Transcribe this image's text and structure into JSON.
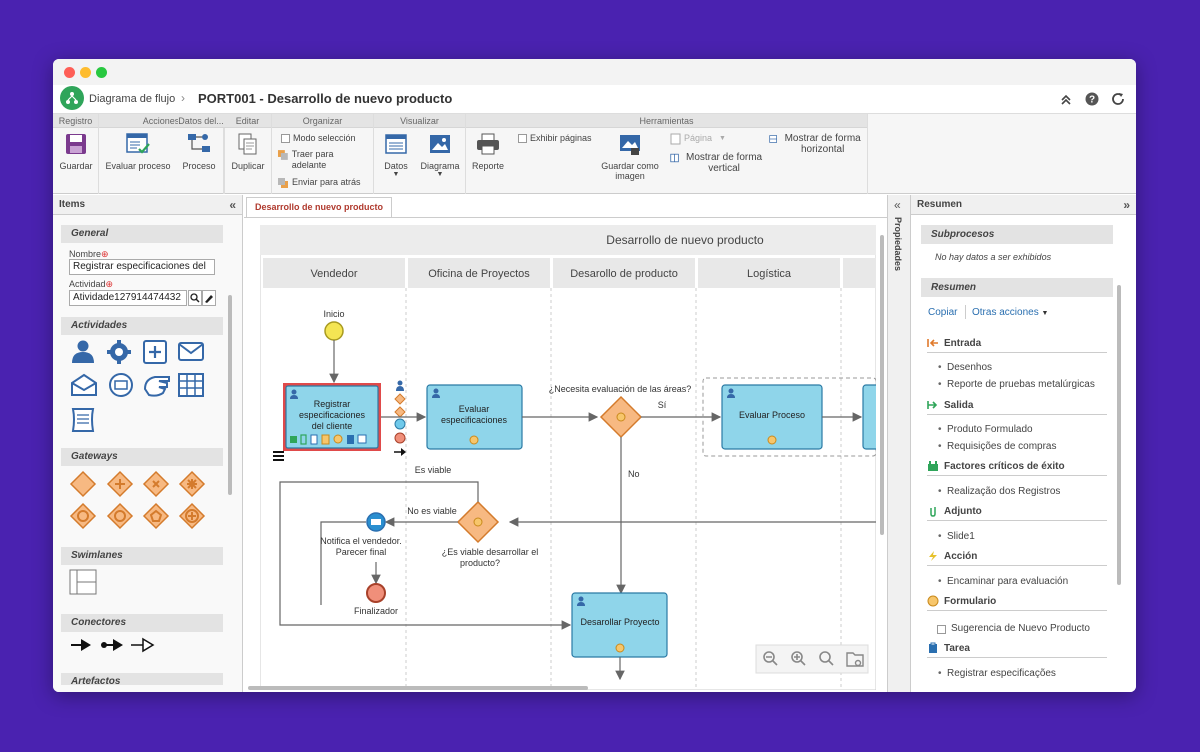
{
  "header": {
    "breadcrumb": "Diagrama de flujo",
    "separator": "›",
    "title": "PORT001 - Desarrollo de nuevo producto"
  },
  "ribbon": {
    "groups": {
      "registro": "Registro",
      "acciones": "Acciones",
      "datos": "Datos del...",
      "editar": "Editar",
      "organizar": "Organizar",
      "visualizar": "Visualizar",
      "herramientas": "Herramientas"
    },
    "guardar": "Guardar",
    "evaluar_proceso": "Evaluar proceso",
    "proceso": "Proceso",
    "duplicar": "Duplicar",
    "modo_seleccion": "Modo selección",
    "traer_adelante": "Traer para adelante",
    "enviar_atras": "Enviar para atrás",
    "datos": "Datos",
    "diagrama": "Diagrama",
    "reporte": "Reporte",
    "exhibir_paginas": "Exhibir páginas",
    "guardar_imagen": "Guardar como imagen",
    "pagina": "Página",
    "mostrar_vertical": "Mostrar de forma vertical",
    "mostrar_horizontal": "Mostrar de forma horizontal"
  },
  "items_panel": {
    "title": "Items",
    "collapse": "«",
    "general": "General",
    "nombre_label": "Nombre",
    "nombre_value": "Registrar especificaciones del",
    "actividad_label": "Actividad",
    "actividad_value": "Atividade127914474432",
    "required": "⊕",
    "actividades": "Actividades",
    "gateways": "Gateways",
    "swimlanes": "Swimlanes",
    "conectores": "Conectores",
    "artefactos": "Artefactos"
  },
  "tab": {
    "label": "Desarrollo de nuevo producto"
  },
  "diagram": {
    "pool_title": "Desarrollo de nuevo producto",
    "lanes": [
      "Vendedor",
      "Oficina de Proyectos",
      "Desarollo de producto",
      "Logística"
    ],
    "start_label": "Inicio",
    "task1": "Registrar especificaciones del cliente",
    "task2": "Evaluar especificaciones",
    "gateway1_q": "¿Necesita evaluación de las áreas?",
    "si": "Sí",
    "no": "No",
    "task3": "Evaluar Proceso",
    "es_viable": "Es viable",
    "no_es_viable": "No es viable",
    "gateway2_q": "¿Es viable desarrollar el producto?",
    "notify": "Notifica el vendedor. Parecer final",
    "end_label": "Finalizador",
    "task4": "Desarollar Proyecto"
  },
  "props_strip": {
    "collapse": "«",
    "label": "Propiedades"
  },
  "resumen_panel": {
    "title": "Resumen",
    "expand": "»",
    "subprocesos": "Subprocesos",
    "no_data": "No hay datos a ser exhibidos",
    "resumen": "Resumen",
    "copiar": "Copiar",
    "otras_acciones": "Otras acciones",
    "entrada": "Entrada",
    "entrada_items": [
      "Desenhos",
      "Reporte de pruebas metalúrgicas"
    ],
    "salida": "Salida",
    "salida_items": [
      "Produto Formulado",
      "Requisições de compras"
    ],
    "factores": "Factores críticos de éxito",
    "factores_items": [
      "Realização dos Registros"
    ],
    "adjunto": "Adjunto",
    "adjunto_items": [
      "Slide1"
    ],
    "accion": "Acción",
    "accion_items": [
      "Encaminar para evaluación"
    ],
    "formulario": "Formulario",
    "formulario_item": "Sugerencia de Nuevo Producto",
    "tarea": "Tarea",
    "tarea_items": [
      "Registrar especificações"
    ]
  },
  "colors": {
    "background": "#4a22b0",
    "task_fill": "#8fd5ea",
    "task_stroke": "#2a7aa5",
    "gateway_fill": "#f7b982",
    "gateway_stroke": "#d47b2c",
    "start_fill": "#f4e553",
    "end_fill": "#f08f7a",
    "accent_red": "#b03a2e",
    "link_blue": "#2a6fb0"
  }
}
